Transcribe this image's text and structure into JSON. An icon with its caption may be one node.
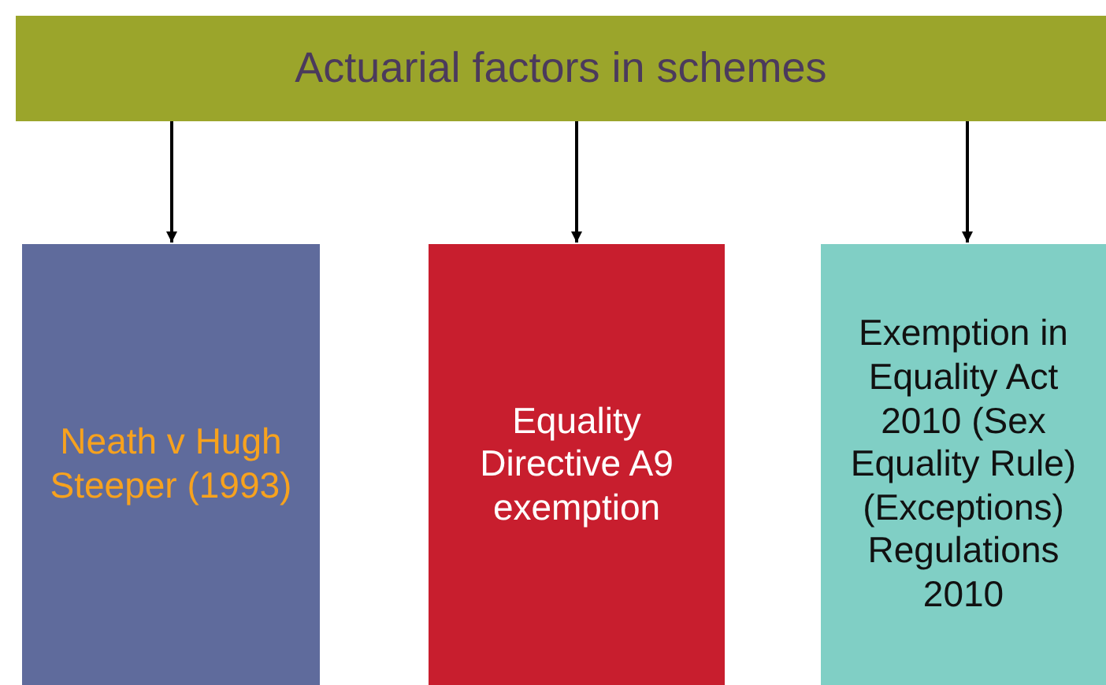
{
  "diagram": {
    "nodes": [
      {
        "text": [
          "Actuarial factors in schemes"
        ]
      },
      {
        "text": [
          "Neath v Hugh Steeper (1993)"
        ]
      },
      {
        "text": [
          "Equality Directive A9 exemption"
        ]
      },
      {
        "text": [
          "Exemption in Equality Act 2010 (Sex Equality Rule) (Exceptions) Regulations 2010"
        ]
      }
    ],
    "edges": [
      {
        "from": 0,
        "to": 1,
        "arrow": "to"
      },
      {
        "from": 0,
        "to": 2,
        "arrow": "to"
      },
      {
        "from": 0,
        "to": 3,
        "arrow": "to"
      }
    ]
  }
}
